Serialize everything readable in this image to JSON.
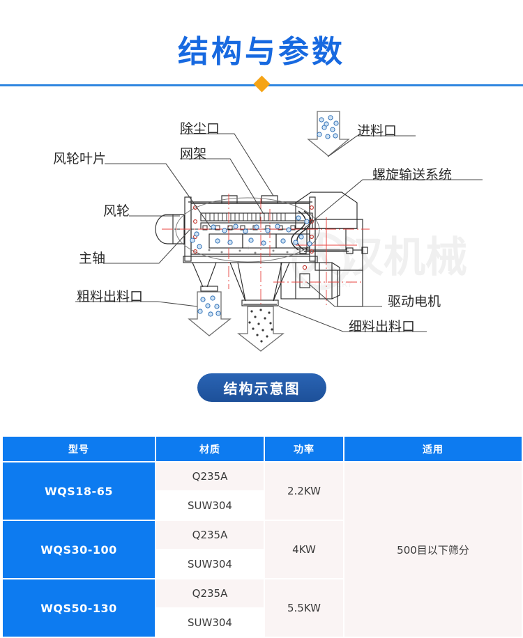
{
  "header": {
    "title": "结构与参数",
    "accent_blue": "#1769e0",
    "divider_color": "#2f86e0",
    "diamond_color": "#f5a416"
  },
  "diagram": {
    "caption_button": "结构示意图",
    "watermark": "大汉机械",
    "labels": {
      "dust_outlet": "除尘口",
      "mesh_frame": "网架",
      "impeller_blade": "风轮叶片",
      "impeller": "风轮",
      "main_shaft": "主轴",
      "coarse_outlet": "粗料出料口",
      "feed_inlet": "进料口",
      "screw_conveyor": "螺旋输送系统",
      "drive_motor": "驱动电机",
      "fine_outlet": "细料出料口"
    }
  },
  "table": {
    "headers": [
      "型号",
      "材质",
      "功率",
      "适用"
    ],
    "applicability": "500目以下筛分",
    "rows": [
      {
        "model": "WQS18-65",
        "materials": [
          "Q235A",
          "SUW304"
        ],
        "power": "2.2KW"
      },
      {
        "model": "WQS30-100",
        "materials": [
          "Q235A",
          "SUW304"
        ],
        "power": "4KW"
      },
      {
        "model": "WQS50-130",
        "materials": [
          "Q235A",
          "SUW304"
        ],
        "power": "5.5KW"
      }
    ],
    "header_bg": "#0d7bf0",
    "model_bg": "#0d7bf0",
    "cell_bg": "#faf4f4"
  }
}
